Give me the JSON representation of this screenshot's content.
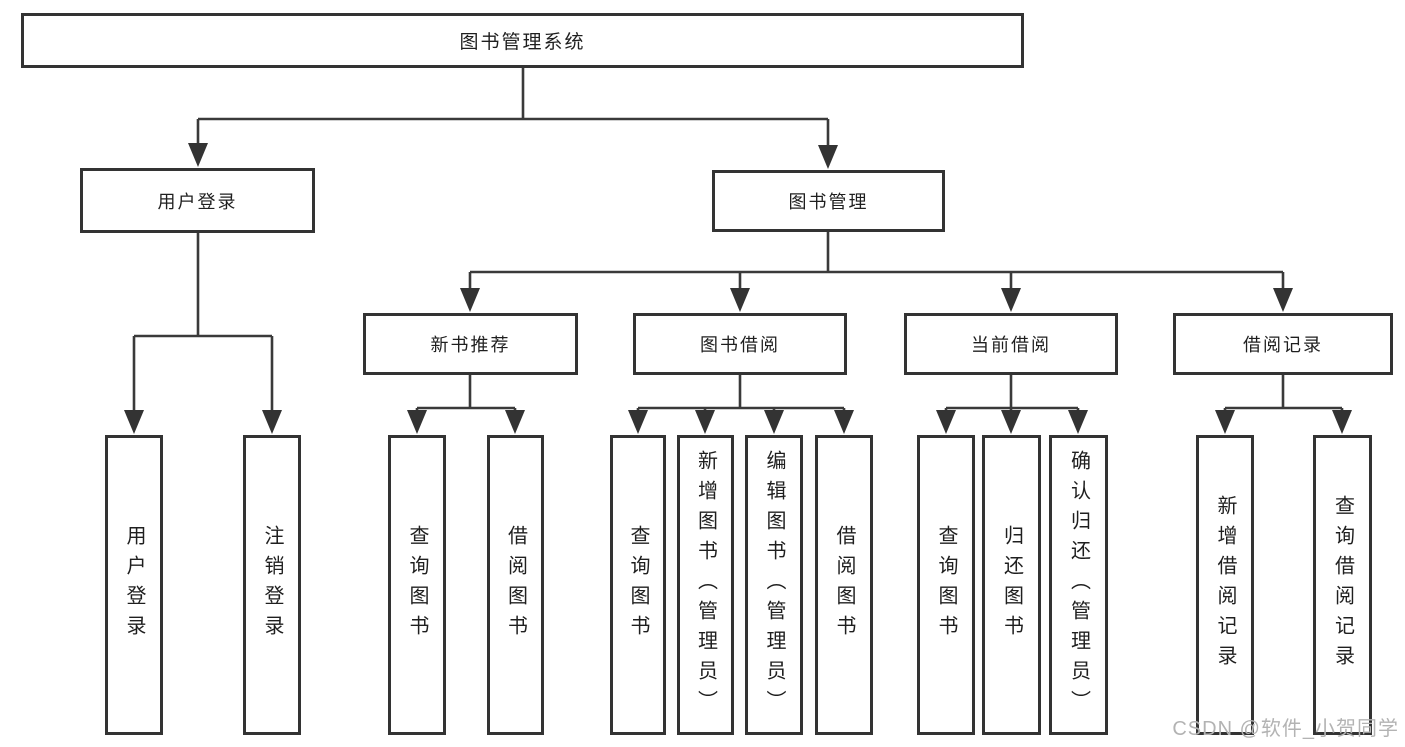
{
  "root": {
    "label": "图书管理系统"
  },
  "branches": {
    "user_login": {
      "label": "用户登录",
      "children": [
        {
          "label": "用户登录"
        },
        {
          "label": "注销登录"
        }
      ]
    },
    "book_mgmt": {
      "label": "图书管理",
      "children": {
        "new_book_rec": {
          "label": "新书推荐",
          "children": [
            {
              "label": "查询图书"
            },
            {
              "label": "借阅图书"
            }
          ]
        },
        "book_borrow": {
          "label": "图书借阅",
          "children": [
            {
              "label": "查询图书"
            },
            {
              "label": "新增图书（管理员）"
            },
            {
              "label": "编辑图书（管理员）"
            },
            {
              "label": "借阅图书"
            }
          ]
        },
        "current_borrow": {
          "label": "当前借阅",
          "children": [
            {
              "label": "查询图书"
            },
            {
              "label": "归还图书"
            },
            {
              "label": "确认归还（管理员）"
            }
          ]
        },
        "borrow_records": {
          "label": "借阅记录",
          "children": [
            {
              "label": "新增借阅记录"
            },
            {
              "label": "查询借阅记录"
            }
          ]
        }
      }
    }
  },
  "watermark": "CSDN @软件_小贺同学",
  "colors": {
    "line": "#3a3a3a",
    "box_border": "#333333",
    "text": "#1f1f1f",
    "watermark": "#b3b3b3"
  }
}
